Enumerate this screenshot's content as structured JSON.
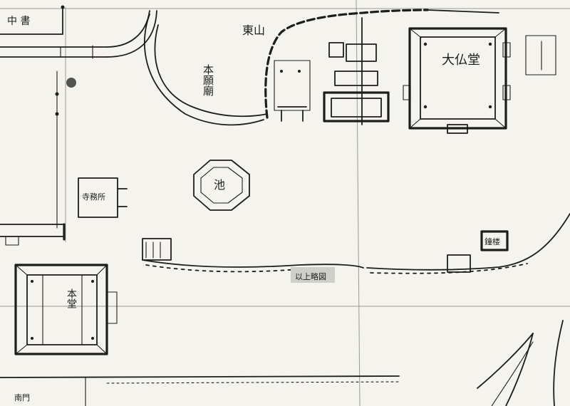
{
  "map": {
    "labels": {
      "east_mountain": "東山",
      "daibutsu_hall": "大仏堂",
      "hongan_hall": "本願廟",
      "pond_pavilion": "池",
      "south_hall": "本堂",
      "south_gate": "南門",
      "tower": "鐘楼",
      "signboard_note": "以上略図"
    },
    "colors": {
      "paper": "#f4f3ee",
      "ink": "#1d1d1b",
      "fold_line": "#9a9a94"
    }
  }
}
